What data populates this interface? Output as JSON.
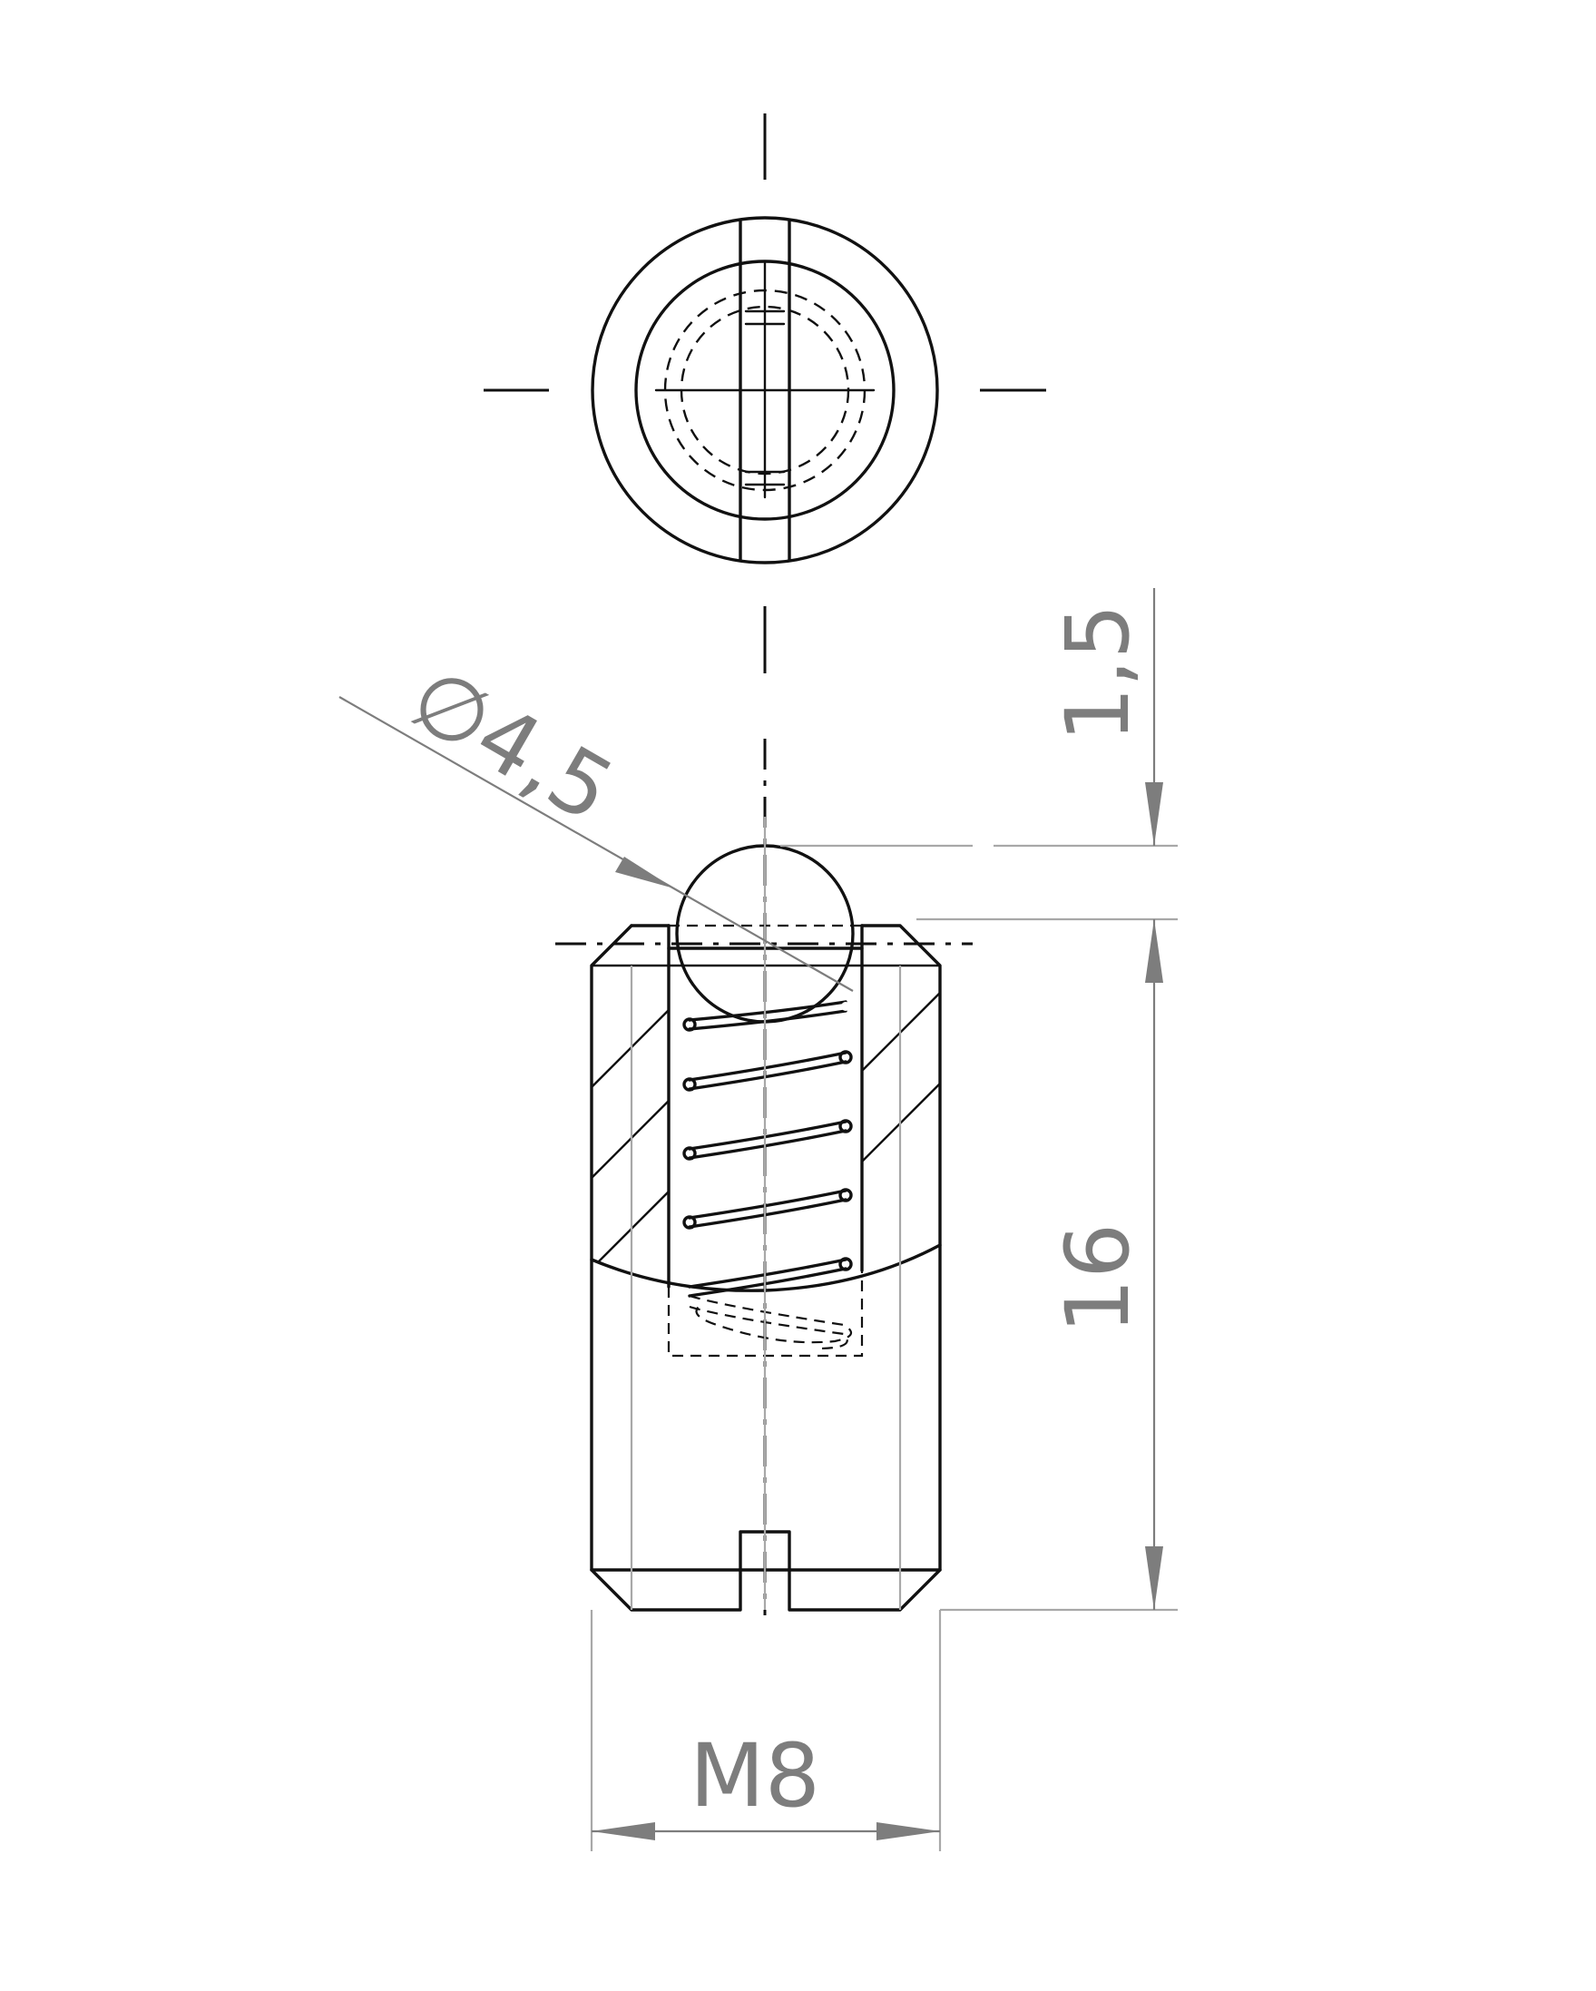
{
  "drawing": {
    "dimensions": {
      "ball_diameter": "∅4,5",
      "ball_protrusion": "1,5",
      "body_length": "16",
      "thread_size": "M8"
    }
  }
}
